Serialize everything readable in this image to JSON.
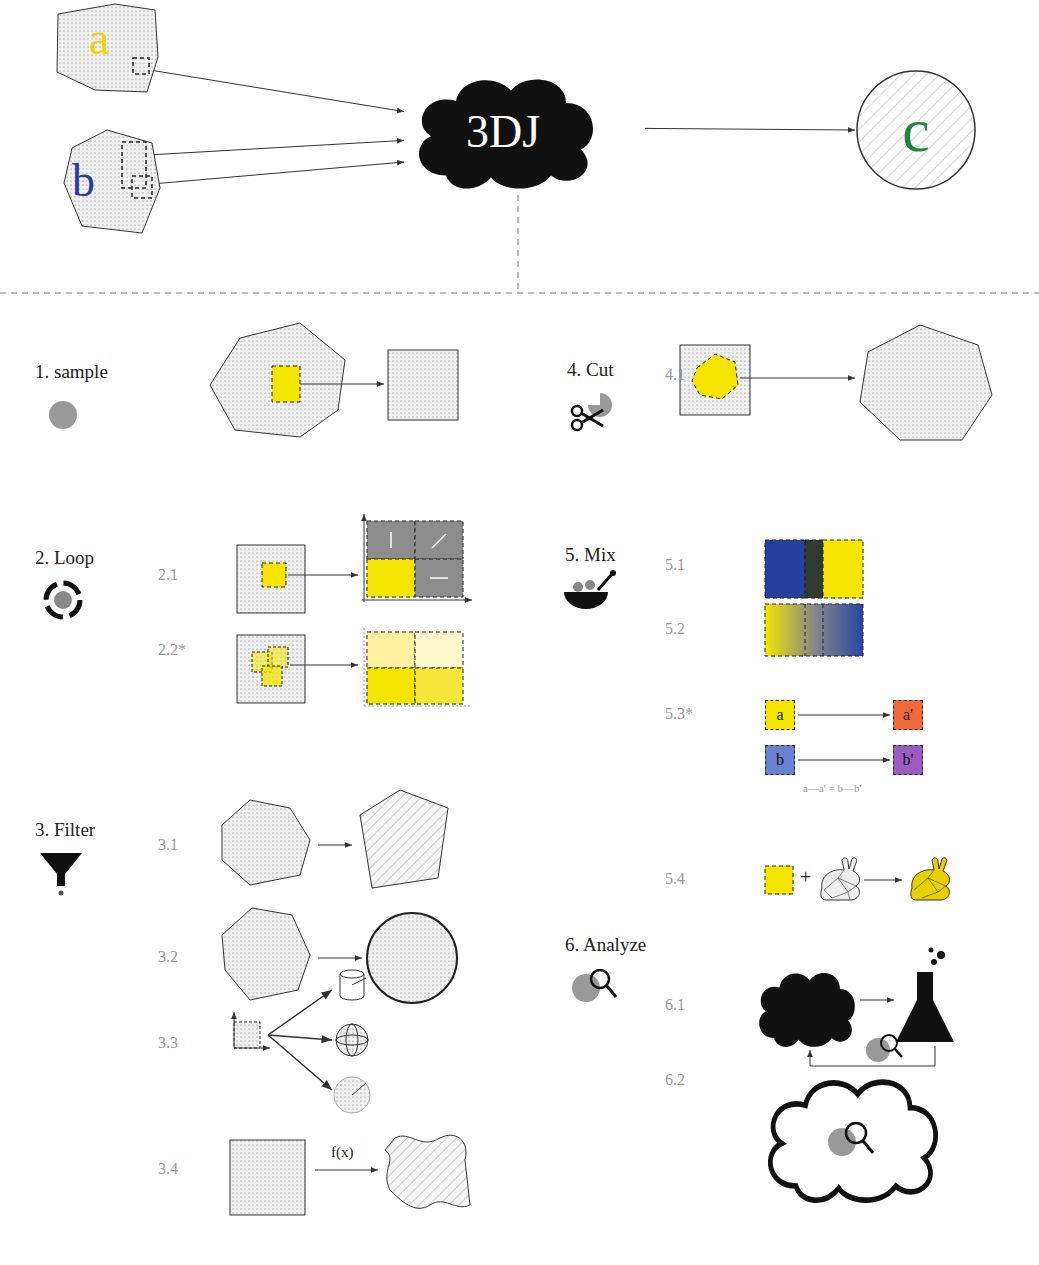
{
  "diagram": {
    "nodes": [
      {
        "text": [
          "a"
        ]
      },
      {
        "text": [
          "b"
        ]
      },
      {
        "text": [
          "3DJ"
        ]
      },
      {
        "text": [
          "c"
        ]
      },
      {
        "text": [
          "a"
        ]
      },
      {
        "text": [
          "a'"
        ]
      },
      {
        "text": [
          "b"
        ]
      },
      {
        "text": [
          "b'"
        ]
      }
    ],
    "edges": [
      {
        "from": 0,
        "to": 2,
        "arrow": "to"
      },
      {
        "from": 1,
        "to": 2,
        "arrow": "to"
      },
      {
        "from": 1,
        "to": 2,
        "arrow": "to"
      },
      {
        "from": 2,
        "to": 3,
        "arrow": "to"
      },
      {
        "from": 4,
        "to": 5,
        "arrow": "to"
      },
      {
        "from": 6,
        "to": 7,
        "arrow": "to"
      }
    ],
    "labels": [
      "1. sample",
      "4. Cut",
      "4.1",
      "2. Loop",
      "2.1",
      "5. Mix",
      "5.1",
      "5.2",
      "2.2*",
      "5.3*",
      "a—a' = b—b'",
      "3. Filter",
      "3.1",
      "+",
      "5.4",
      "3.2",
      "6. Analyze",
      "6.1",
      "3.3",
      "6.2",
      "f(x)",
      "3.4"
    ]
  }
}
